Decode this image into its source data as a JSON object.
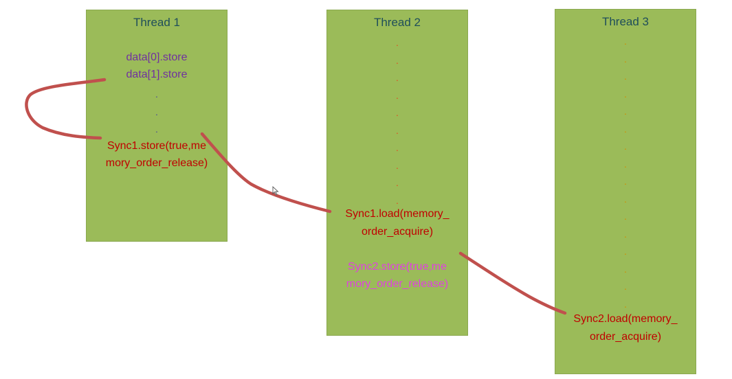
{
  "thread1": {
    "title": "Thread 1",
    "line1": "data[0].store",
    "line2": "data[1].store",
    "dots": [
      ".",
      ".",
      "."
    ],
    "sync1_a": "Sync1.store(true,me",
    "sync1_b": "mory_order_release)"
  },
  "thread2": {
    "title": "Thread 2",
    "dots": [
      ".",
      ".",
      ".",
      ".",
      ".",
      ".",
      ".",
      ".",
      ".",
      "."
    ],
    "load_a": "Sync1.load(memory_",
    "load_b": "order_acquire)",
    "store_a": "Sync2.store(true,me",
    "store_b": "mory_order_release)"
  },
  "thread3": {
    "title": "Thread 3",
    "dots": [
      ".",
      ".",
      ".",
      ".",
      ".",
      ".",
      ".",
      ".",
      ".",
      ".",
      ".",
      ".",
      ".",
      ".",
      ".",
      "."
    ],
    "load_a": "Sync2.load(memory_",
    "load_b": "order_acquire)"
  },
  "colors": {
    "box": "#9bbb59",
    "arrow": "#c0504d",
    "title": "#1f4e5a",
    "purple_text": "#7030a0",
    "red_text": "#c00000",
    "magenta_text": "#e040e0"
  }
}
